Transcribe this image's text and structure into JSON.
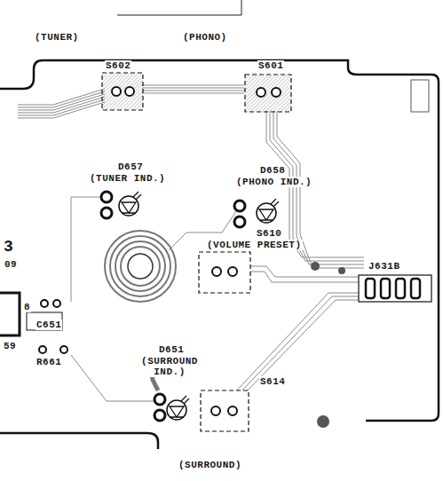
{
  "diagram": {
    "labels": [
      "(TUNER)",
      "(PHONO)",
      "S602",
      "S601",
      "D657",
      "(TUNER IND.)",
      "D658",
      "(PHONO IND.)",
      "S610",
      "(VOLUME PRESET)",
      "J631B",
      "3",
      "09",
      "8",
      "59",
      "C651",
      "R661",
      "D651",
      "(SURROUND IND.)",
      "S614",
      "(SURROUND)"
    ]
  }
}
